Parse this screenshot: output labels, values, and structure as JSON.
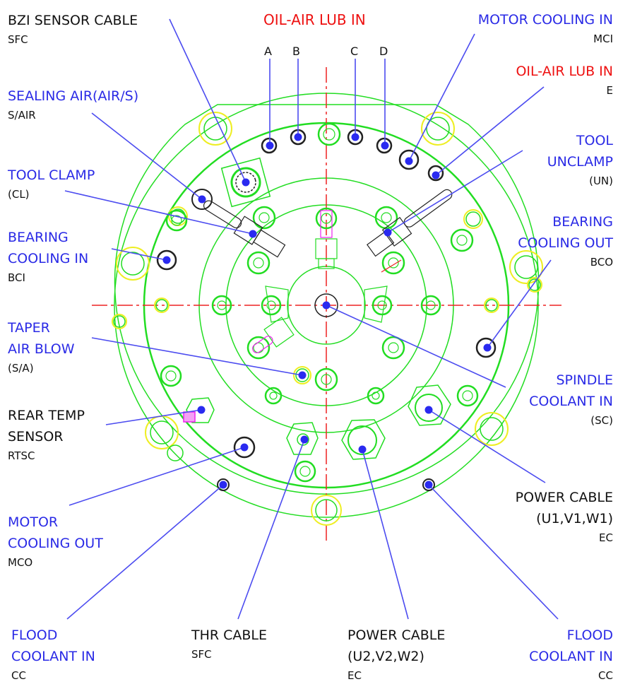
{
  "colors": {
    "label_blue": "#2a2ae6",
    "label_red": "#ee1111",
    "leader": "#4c4cf0",
    "port_dot": "#2a2af0",
    "outline_green": "#22dd22",
    "outline_yellow": "#eeee22",
    "centerline_red": "#ee2222",
    "fitting_black": "#222222",
    "magenta": "#ee22ee"
  },
  "title_top": "OIL-AIR LUB IN",
  "letters": [
    "A",
    "B",
    "C",
    "D"
  ],
  "labels": {
    "bzi_sensor_cable": {
      "lines": [
        "BZI SENSOR CABLE"
      ],
      "code": "SFC",
      "color": "black"
    },
    "sealing_air": {
      "lines": [
        "SEALING AIR(AIR/S)"
      ],
      "code": "S/AIR",
      "color": "blue"
    },
    "tool_clamp": {
      "lines": [
        "TOOL CLAMP"
      ],
      "code": "(CL)",
      "color": "blue"
    },
    "bearing_cooling_in": {
      "lines": [
        "BEARING",
        "COOLING IN"
      ],
      "code": "BCI",
      "color": "blue"
    },
    "taper_air_blow": {
      "lines": [
        "TAPER",
        "AIR BLOW"
      ],
      "code": "(S/A)",
      "color": "blue"
    },
    "rear_temp_sensor": {
      "lines": [
        "REAR TEMP",
        "SENSOR"
      ],
      "code": "RTSC",
      "color": "black"
    },
    "motor_cooling_out": {
      "lines": [
        "MOTOR",
        "COOLING OUT"
      ],
      "code": "MCO",
      "color": "blue"
    },
    "flood_coolant_in_left": {
      "lines": [
        "FLOOD",
        "COOLANT IN"
      ],
      "code": "CC",
      "color": "blue"
    },
    "thr_cable": {
      "lines": [
        "THR CABLE"
      ],
      "code": "SFC",
      "color": "black"
    },
    "power_cable_2": {
      "lines": [
        "POWER CABLE",
        "(U2,V2,W2)"
      ],
      "code": "EC",
      "color": "black"
    },
    "flood_coolant_in_right": {
      "lines": [
        "FLOOD",
        "COOLANT IN"
      ],
      "code": "CC",
      "color": "blue"
    },
    "power_cable_1": {
      "lines": [
        "POWER CABLE",
        "(U1,V1,W1)"
      ],
      "code": "EC",
      "color": "black"
    },
    "spindle_coolant_in": {
      "lines": [
        "SPINDLE",
        "COOLANT IN"
      ],
      "code": "(SC)",
      "color": "blue"
    },
    "bearing_cooling_out": {
      "lines": [
        "BEARING",
        "COOLING OUT"
      ],
      "code": "BCO",
      "color": "blue"
    },
    "tool_unclamp": {
      "lines": [
        "TOOL",
        "UNCLAMP"
      ],
      "code": "(UN)",
      "color": "blue"
    },
    "oil_air_lub_in_e": {
      "lines": [
        "OIL-AIR LUB IN"
      ],
      "code": "E",
      "color": "red"
    },
    "motor_cooling_in": {
      "lines": [
        "MOTOR COOLING IN"
      ],
      "code": "MCI",
      "color": "blue"
    }
  }
}
